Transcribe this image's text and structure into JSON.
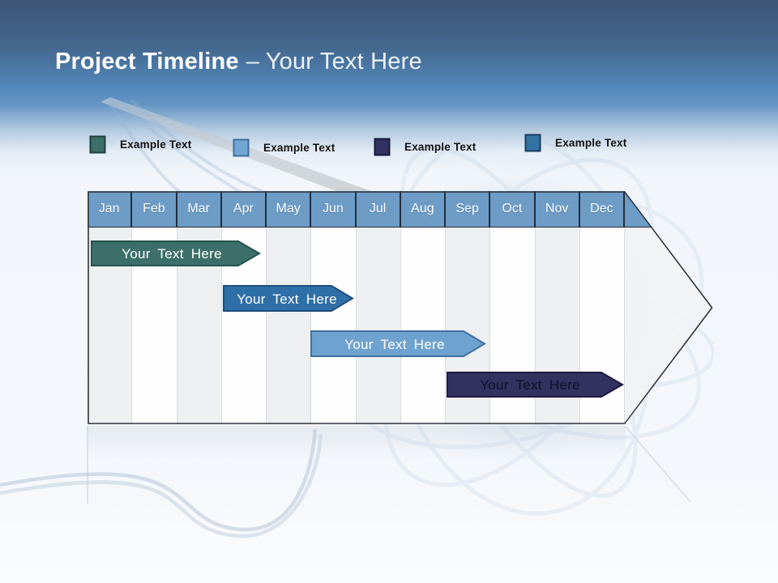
{
  "slide": {
    "title_bold": "Project Timeline",
    "title_light": "– Your Text Here"
  },
  "legend": {
    "items": [
      {
        "label": "Example Text",
        "color": "#3D6F6A",
        "border": "#1F3E3A"
      },
      {
        "label": "Example Text",
        "color": "#6FA6D4",
        "border": "#3E6E9E"
      },
      {
        "label": "Example Text",
        "color": "#32315F",
        "border": "#1B1A3E"
      },
      {
        "label": "Example Text",
        "color": "#3273A4",
        "border": "#1B3C5E"
      }
    ]
  },
  "timeline": {
    "header_color": "#6D9CC6",
    "months": [
      "Jan",
      "Feb",
      "Mar",
      "Apr",
      "May",
      "Jun",
      "Jul",
      "Aug",
      "Sep",
      "Oct",
      "Nov",
      "Dec"
    ],
    "tasks": [
      {
        "label": "Your Text Here",
        "color": "#3D6F6A",
        "border": "#24534E",
        "text_color": "#FFFFFF",
        "start": "Jan",
        "end": "Apr"
      },
      {
        "label": "Your Text Here",
        "color": "#2F6FA7",
        "border": "#1E4E7C",
        "text_color": "#FFFFFF",
        "start": "Apr",
        "end": "Jun"
      },
      {
        "label": "Your Text Here",
        "color": "#6FA3CF",
        "border": "#3F6FA0",
        "text_color": "#FFFFFF",
        "start": "Jun",
        "end": "Sep"
      },
      {
        "label": "Your Text Here",
        "color": "#32315F",
        "border": "#1B1A3E",
        "text_color": "#10102A",
        "start": "Sep",
        "end": "Dec"
      }
    ]
  },
  "chart_data": {
    "type": "bar",
    "subtype": "gantt-timeline",
    "title": "Project Timeline – Your Text Here",
    "x_categories": [
      "Jan",
      "Feb",
      "Mar",
      "Apr",
      "May",
      "Jun",
      "Jul",
      "Aug",
      "Sep",
      "Oct",
      "Nov",
      "Dec"
    ],
    "legend_position": "top",
    "grid": "vertical-month-columns",
    "bars": [
      {
        "row": 1,
        "label": "Your Text Here",
        "start": "Jan",
        "end": "Apr",
        "color": "#3D6F6A"
      },
      {
        "row": 2,
        "label": "Your Text Here",
        "start": "Apr",
        "end": "Jun",
        "color": "#2F6FA7"
      },
      {
        "row": 3,
        "label": "Your Text Here",
        "start": "Jun",
        "end": "Sep",
        "color": "#6FA3CF"
      },
      {
        "row": 4,
        "label": "Your Text Here",
        "start": "Sep",
        "end": "Dec",
        "color": "#32315F"
      }
    ]
  }
}
